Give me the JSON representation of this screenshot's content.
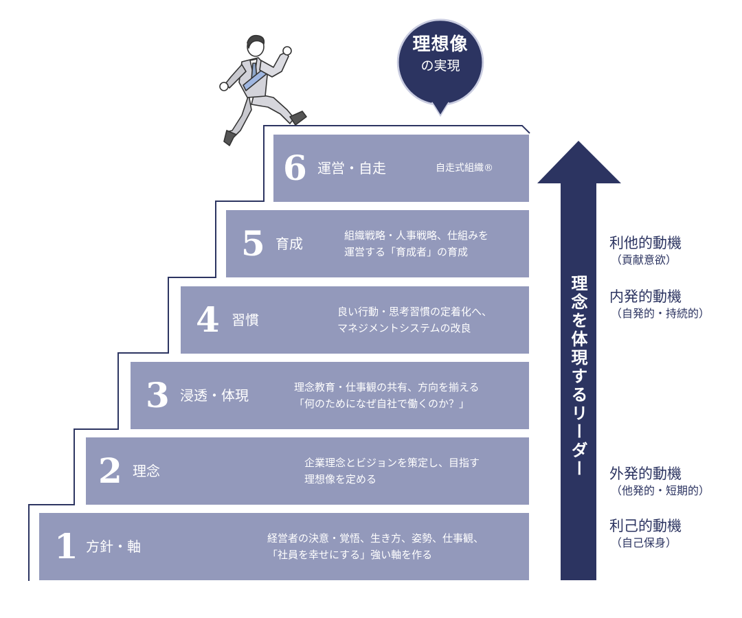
{
  "goal": {
    "title": "理想像",
    "subtitle": "の実現"
  },
  "steps": [
    {
      "number": "1",
      "title": "方針・軸",
      "desc": [
        "経営者の決意・覚悟、生き方、姿勢、仕事観、",
        "「社員を幸せにする」強い軸を作る"
      ]
    },
    {
      "number": "2",
      "title": "理念",
      "desc": [
        "企業理念とビジョンを策定し、目指す",
        "理想像を定める"
      ]
    },
    {
      "number": "3",
      "title": "浸透・体現",
      "desc": [
        "理念教育・仕事観の共有、方向を揃える",
        "「何のためになぜ自社で働くのか？」"
      ]
    },
    {
      "number": "4",
      "title": "習慣",
      "desc": [
        "良い行動・思考習慣の定着化へ、",
        "マネジメントシステムの改良"
      ]
    },
    {
      "number": "5",
      "title": "育成",
      "desc": [
        "組織戦略・人事戦略、仕組みを",
        "運営する「育成者」の育成"
      ]
    },
    {
      "number": "6",
      "title": "運営・自走",
      "desc": [
        "自走式組織®"
      ]
    }
  ],
  "arrow": {
    "label": "理念を体現するリーダー"
  },
  "motivations": [
    {
      "main": "利他的動機",
      "sub": "（貢献意欲）"
    },
    {
      "main": "内発的動機",
      "sub": "（自発的・持続的）"
    },
    {
      "main": "外発的動機",
      "sub": "（他発的・短期的）"
    },
    {
      "main": "利己的動機",
      "sub": "（自己保身）"
    }
  ],
  "colors": {
    "step": "#9399bb",
    "navy": "#2c3461",
    "line": "#2c3461"
  }
}
